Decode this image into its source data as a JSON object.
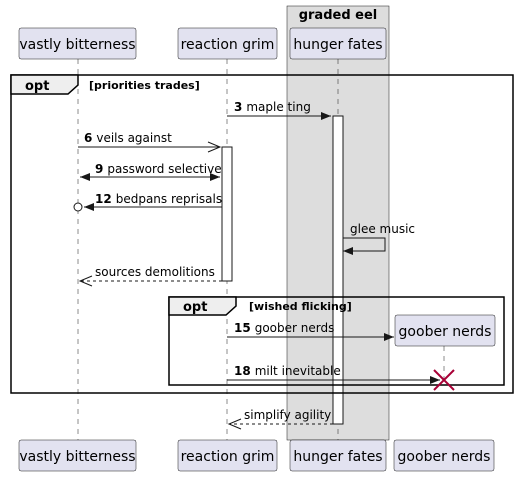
{
  "participants": {
    "p1": "vastly bitterness",
    "p2": "reaction grim",
    "p3": "hunger fates",
    "p4": "goober nerds"
  },
  "group_box": {
    "title": "graded eel"
  },
  "fragments": {
    "outer": {
      "keyword": "opt",
      "condition": "[priorities trades]"
    },
    "inner": {
      "keyword": "opt",
      "condition": "[wished flicking]"
    }
  },
  "messages": {
    "m3": {
      "num": "3",
      "text": "maple ting"
    },
    "m6": {
      "num": "6",
      "text": "veils against"
    },
    "m9": {
      "num": "9",
      "text": "password selective"
    },
    "m12": {
      "num": "12",
      "text": "bedpans reprisals"
    },
    "glee": {
      "text": "glee music"
    },
    "sources": {
      "text": "sources demolitions"
    },
    "m15": {
      "num": "15",
      "text": "goober nerds"
    },
    "m18": {
      "num": "18",
      "text": "milt inevitable"
    },
    "simplify": {
      "text": "simplify agility"
    }
  },
  "colors": {
    "participant_fill": "#e2e2f0",
    "group_box_fill": "#dddddd",
    "destroy_mark": "#a80036",
    "line": "#181818"
  }
}
